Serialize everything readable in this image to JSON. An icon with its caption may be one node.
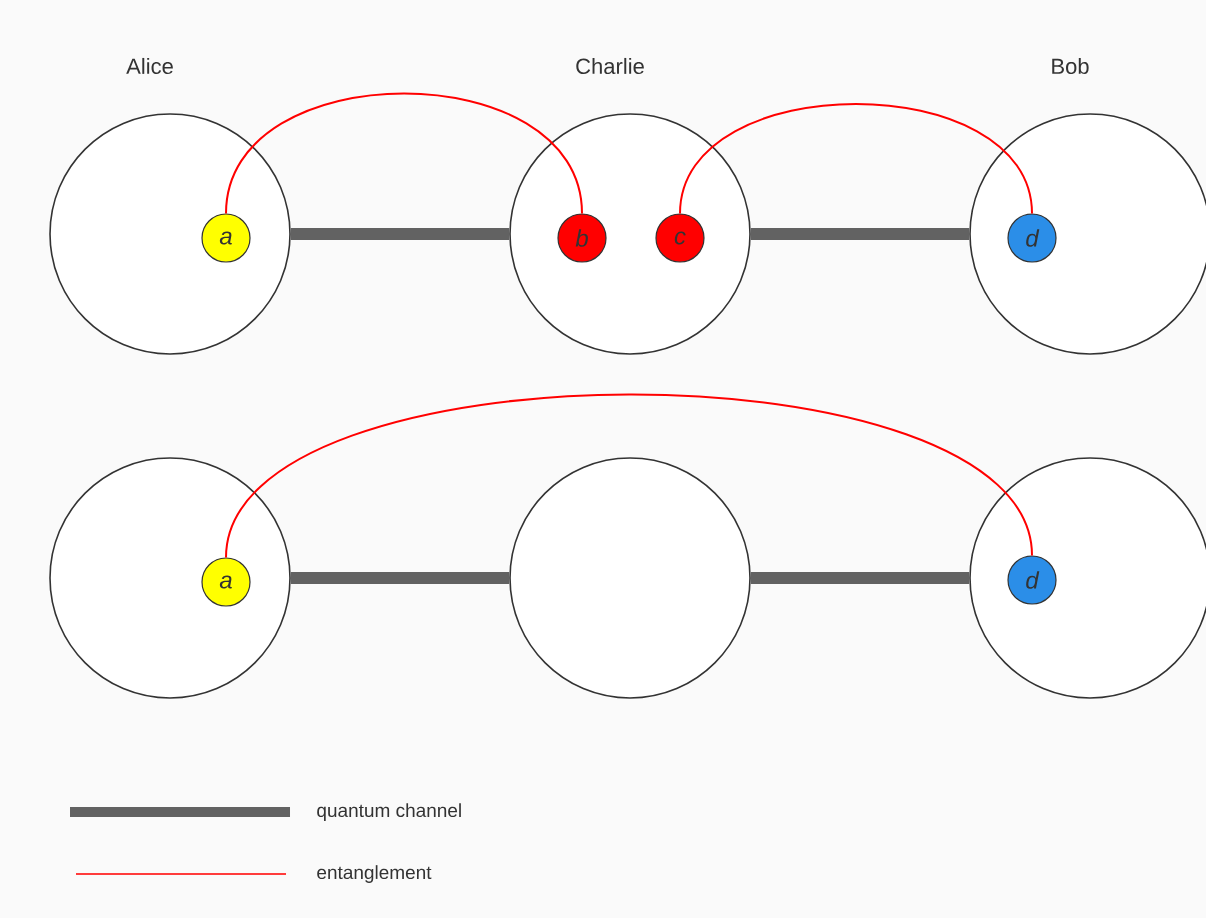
{
  "diagram": {
    "nodes": [
      {
        "text": [
          "Alice"
        ]
      },
      {
        "text": [
          "a"
        ],
        "in": 0
      },
      {
        "text": [
          "Charlie"
        ]
      },
      {
        "text": [
          "b"
        ],
        "in": 2
      },
      {
        "text": [
          "c"
        ],
        "in": 2
      },
      {
        "text": [
          "Bob"
        ]
      },
      {
        "text": [
          "d"
        ],
        "in": 5
      },
      {
        "text": [],
        "shape": "circle"
      },
      {
        "text": [
          "a"
        ],
        "in": 7
      },
      {
        "text": [],
        "shape": "circle"
      },
      {
        "text": [],
        "shape": "circle"
      },
      {
        "text": [
          "d"
        ],
        "in": 10
      }
    ],
    "edges": [
      {
        "from": 0,
        "to": 2,
        "arrow": "none"
      },
      {
        "from": 2,
        "to": 5,
        "arrow": "none"
      },
      {
        "from": 1,
        "to": 3,
        "arrow": "none",
        "color": "#ff0000"
      },
      {
        "from": 4,
        "to": 6,
        "arrow": "none",
        "color": "#ff0000"
      },
      {
        "from": 7,
        "to": 9,
        "arrow": "none"
      },
      {
        "from": 9,
        "to": 10,
        "arrow": "none"
      },
      {
        "from": 8,
        "to": 11,
        "arrow": "none",
        "color": "#ff0000"
      }
    ],
    "legend": [
      {
        "text": "quantum channel"
      },
      {
        "text": "entanglement"
      }
    ]
  }
}
